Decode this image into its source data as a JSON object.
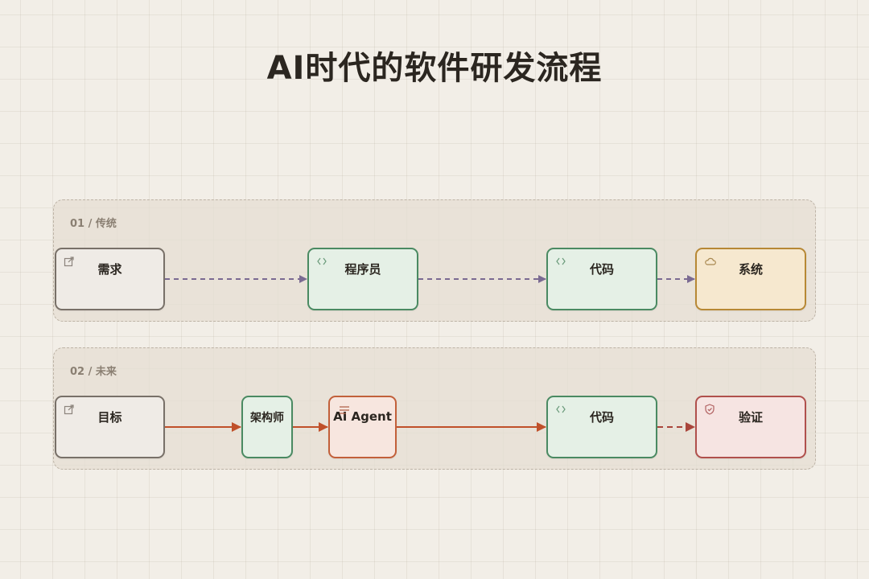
{
  "title": "AI时代的软件研发流程",
  "colors": {
    "background": "#f2eee7",
    "traditional_edge": "#7a6a92",
    "future_edge": "#c0502a",
    "future_edge_dashed": "#a9453b"
  },
  "lanes": [
    {
      "label": "01 / 传统",
      "nodes": [
        {
          "label": "需求",
          "icon": "external-link-icon"
        },
        {
          "label": "程序员",
          "icon": "code-icon"
        },
        {
          "label": "代码",
          "icon": "code-icon"
        },
        {
          "label": "系统",
          "icon": "cloud-icon"
        }
      ]
    },
    {
      "label": "02 / 未来",
      "nodes": [
        {
          "label": "目标",
          "icon": "external-link-icon"
        },
        {
          "label": "架构师",
          "icon": ""
        },
        {
          "label": "AI Agent",
          "icon": "lines-icon"
        },
        {
          "label": "代码",
          "icon": "code-icon"
        },
        {
          "label": "验证",
          "icon": "shield-icon"
        }
      ]
    }
  ]
}
